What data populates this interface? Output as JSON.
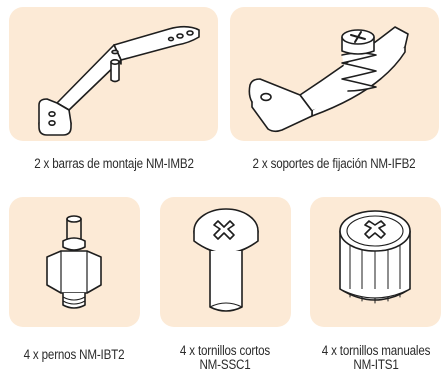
{
  "items": [
    {
      "label": "2 x barras de montaje NM-IMB2",
      "icon": "mounting-bar-icon"
    },
    {
      "label": "2 x soportes de fijación NM-IFB2",
      "icon": "fixing-bracket-icon"
    },
    {
      "label": "4 x pernos NM-IBT2",
      "icon": "bolt-icon"
    },
    {
      "label_line1": "4 x tornillos cortos",
      "label_line2": "NM-SSC1",
      "icon": "short-screw-icon"
    },
    {
      "label_line1": "4 x tornillos manuales",
      "label_line2": "NM-ITS1",
      "icon": "thumb-screw-icon"
    }
  ],
  "colors": {
    "card_bg": "#fcead6",
    "line": "#1e1e1e"
  }
}
